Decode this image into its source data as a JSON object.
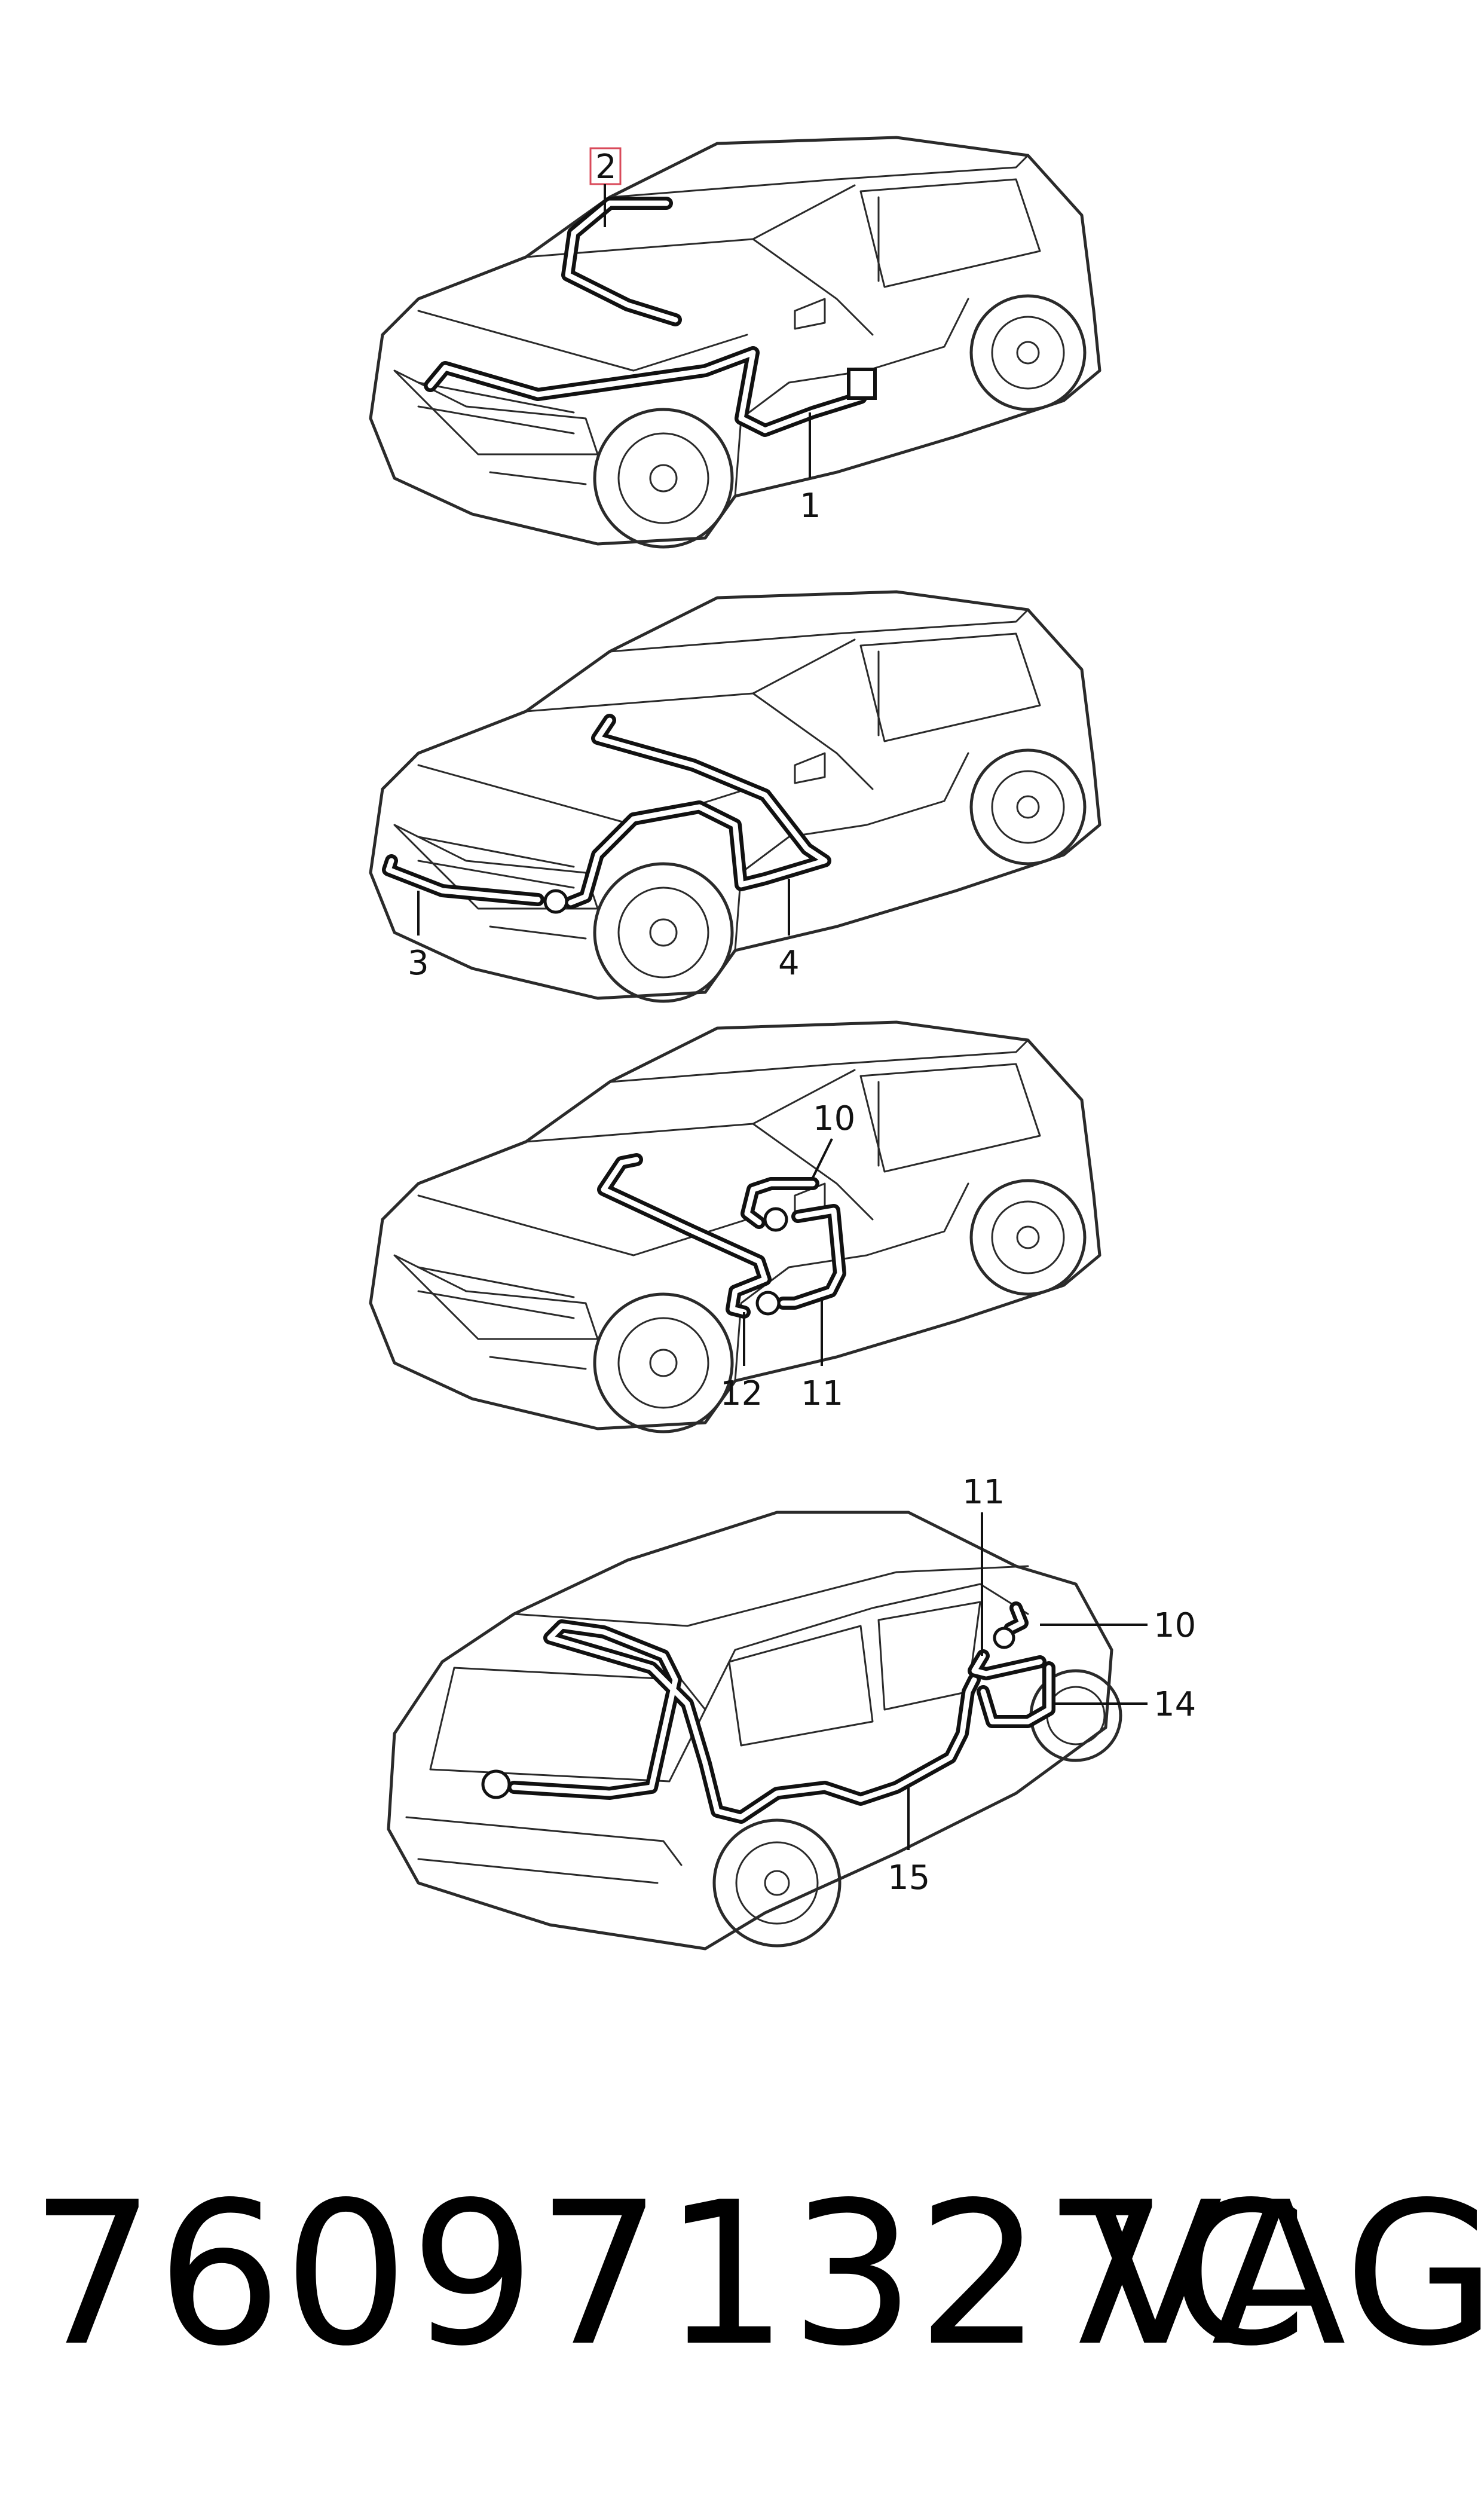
{
  "callouts": {
    "c1": "1",
    "c2": "2",
    "c3": "3",
    "c4": "4",
    "c10a": "10",
    "c11a": "11",
    "c12": "12",
    "c11b": "11",
    "c10b": "10",
    "c14": "14",
    "c15": "15"
  },
  "highlight_color": "#d94a5a",
  "footer": {
    "part_number": "760971327C",
    "brand": "VAG"
  }
}
